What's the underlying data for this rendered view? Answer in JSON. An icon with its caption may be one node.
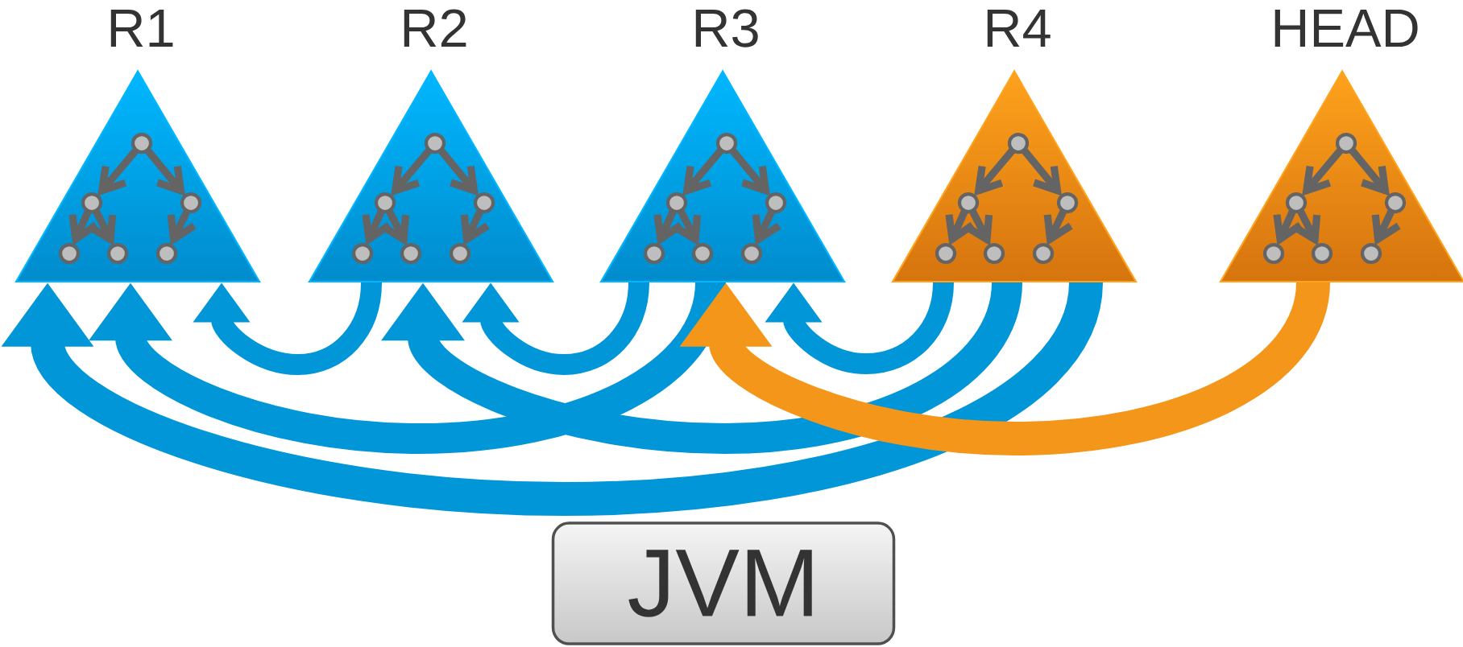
{
  "diagram": {
    "nodes": [
      {
        "text": [
          "R1"
        ]
      },
      {
        "text": [
          "R2"
        ]
      },
      {
        "text": [
          "R3"
        ]
      },
      {
        "text": [
          "R4"
        ]
      },
      {
        "text": [
          "HEAD"
        ]
      },
      {
        "text": [
          "JVM"
        ]
      }
    ],
    "edges": [
      {
        "from": 1,
        "to": 0,
        "arrow": "to"
      },
      {
        "from": 2,
        "to": 1,
        "arrow": "to"
      },
      {
        "from": 3,
        "to": 2,
        "arrow": "to"
      },
      {
        "from": 2,
        "to": 0,
        "arrow": "to"
      },
      {
        "from": 3,
        "to": 1,
        "arrow": "to"
      },
      {
        "from": 3,
        "to": 0,
        "arrow": "to"
      },
      {
        "from": 4,
        "to": 2,
        "arrow": "to",
        "color": "#f3961a"
      }
    ]
  }
}
